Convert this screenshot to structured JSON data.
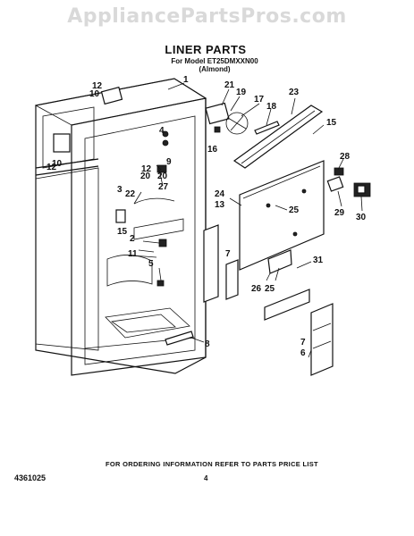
{
  "watermark": "AppliancePartsPros.com",
  "title": "LINER PARTS",
  "subtitle_line1": "For Model ET25DMXXN00",
  "subtitle_line2": "(Almond)",
  "footer_left": "4361025",
  "footer_center": "FOR ORDERING INFORMATION REFER TO PARTS PRICE LIST",
  "page_number": "4",
  "callouts": [
    "1",
    "2",
    "3",
    "4",
    "5",
    "6",
    "7",
    "7",
    "8",
    "9",
    "10",
    "10",
    "11",
    "12",
    "12",
    "12",
    "13",
    "15",
    "15",
    "16",
    "17",
    "18",
    "19",
    "20",
    "20",
    "21",
    "22",
    "23",
    "24",
    "25",
    "25",
    "26",
    "27",
    "28",
    "29",
    "30",
    "31"
  ]
}
